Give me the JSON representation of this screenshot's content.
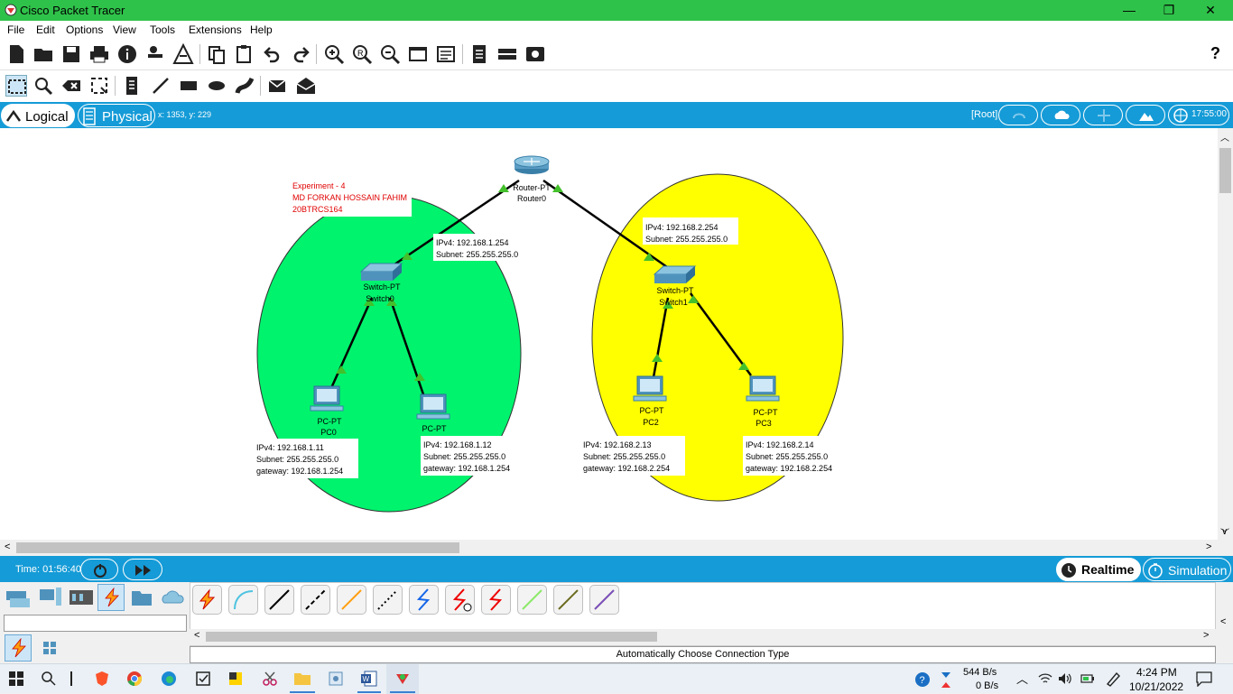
{
  "window": {
    "title": "Cisco Packet Tracer",
    "minimize": "—",
    "restore": "❐",
    "close": "✕"
  },
  "menu": [
    "File",
    "Edit",
    "Options",
    "View",
    "Tools",
    "Extensions",
    "Help"
  ],
  "toolbar": {
    "help": "?"
  },
  "tabs": {
    "logical": "Logical",
    "physical": "Physical"
  },
  "coords": "x: 1353, y: 229",
  "root_label": "[Root]",
  "clock": "17:55:00",
  "note": {
    "line1": "Experiment - 4",
    "line2": "MD FORKAN HOSSAIN FAHIM",
    "line3": "20BTRCS164"
  },
  "devices": {
    "router": {
      "type": "Router-PT",
      "name": "Router0"
    },
    "switch0": {
      "type": "Switch-PT",
      "name": "Switch0"
    },
    "switch1": {
      "type": "Switch-PT",
      "name": "Switch1"
    },
    "pc0": {
      "type": "PC-PT",
      "name": "PC0"
    },
    "pc1": {
      "type": "PC-PT",
      "name": ""
    },
    "pc2": {
      "type": "PC-PT",
      "name": "PC2"
    },
    "pc3": {
      "type": "PC-PT",
      "name": "PC3"
    }
  },
  "labels": {
    "r_left": {
      "ip": "IPv4:  192.168.1.254",
      "subnet": "Subnet: 255.255.255.0"
    },
    "r_right": {
      "ip": "IPv4:  192.168.2.254",
      "subnet": "Subnet: 255.255.255.0"
    },
    "pc0": {
      "ip": "IPv4: 192.168.1.11",
      "subnet": "Subnet: 255.255.255.0",
      "gw": "gateway:  192.168.1.254"
    },
    "pc1": {
      "ip": "IPv4: 192.168.1.12",
      "subnet": "Subnet: 255.255.255.0",
      "gw": "gateway:  192.168.1.254"
    },
    "pc2": {
      "ip": "IPv4: 192.168.2.13",
      "subnet": "Subnet: 255.255.255.0",
      "gw": "gateway:  192.168.2.254"
    },
    "pc3": {
      "ip": "IPv4: 192.168.2.14",
      "subnet": "Subnet: 255.255.255.0",
      "gw": "gateway:  192.168.2.254"
    }
  },
  "colors": {
    "green_zone": "#00f36d",
    "yellow_zone": "#ffff00",
    "accent": "#159bd7",
    "link_up": "#43c02b"
  },
  "status": {
    "time": "Time: 01:56:40",
    "realtime": "Realtime",
    "simulation": "Simulation",
    "connection_type": "Automatically Choose Connection Type"
  },
  "taskbar": {
    "net_down": "544 B/s",
    "net_up": "0 B/s",
    "time": "4:24 PM",
    "date": "10/21/2022"
  }
}
